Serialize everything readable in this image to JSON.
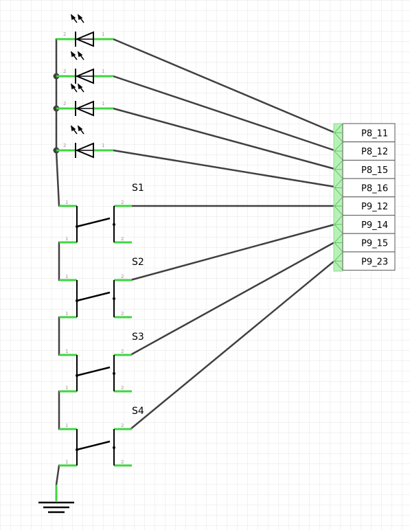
{
  "diagram": {
    "leds": [
      {
        "pin_left": "2",
        "pin_right": "1"
      },
      {
        "pin_left": "2",
        "pin_right": "1"
      },
      {
        "pin_left": "2",
        "pin_right": "1"
      },
      {
        "pin_left": "2",
        "pin_right": "1"
      }
    ],
    "switches": [
      {
        "label": "S1",
        "pins": [
          "1",
          "2",
          "1",
          "2"
        ]
      },
      {
        "label": "S2",
        "pins": [
          "1",
          "2",
          "1",
          "2"
        ]
      },
      {
        "label": "S3",
        "pins": [
          "1",
          "2",
          "1",
          "2"
        ]
      },
      {
        "label": "S4",
        "pins": [
          "1",
          "2",
          "1",
          "2"
        ]
      }
    ],
    "header_pins": [
      "P8_11",
      "P8_12",
      "P8_15",
      "P8_16",
      "P9_12",
      "P9_14",
      "P9_15",
      "P9_23"
    ],
    "colors": {
      "wire": "#404040",
      "pin_end": "#3fd63f",
      "symbol": "#000000",
      "grid": "#e6e6e6",
      "header_fill": "#b9f0b9",
      "junction": "#404040"
    }
  }
}
